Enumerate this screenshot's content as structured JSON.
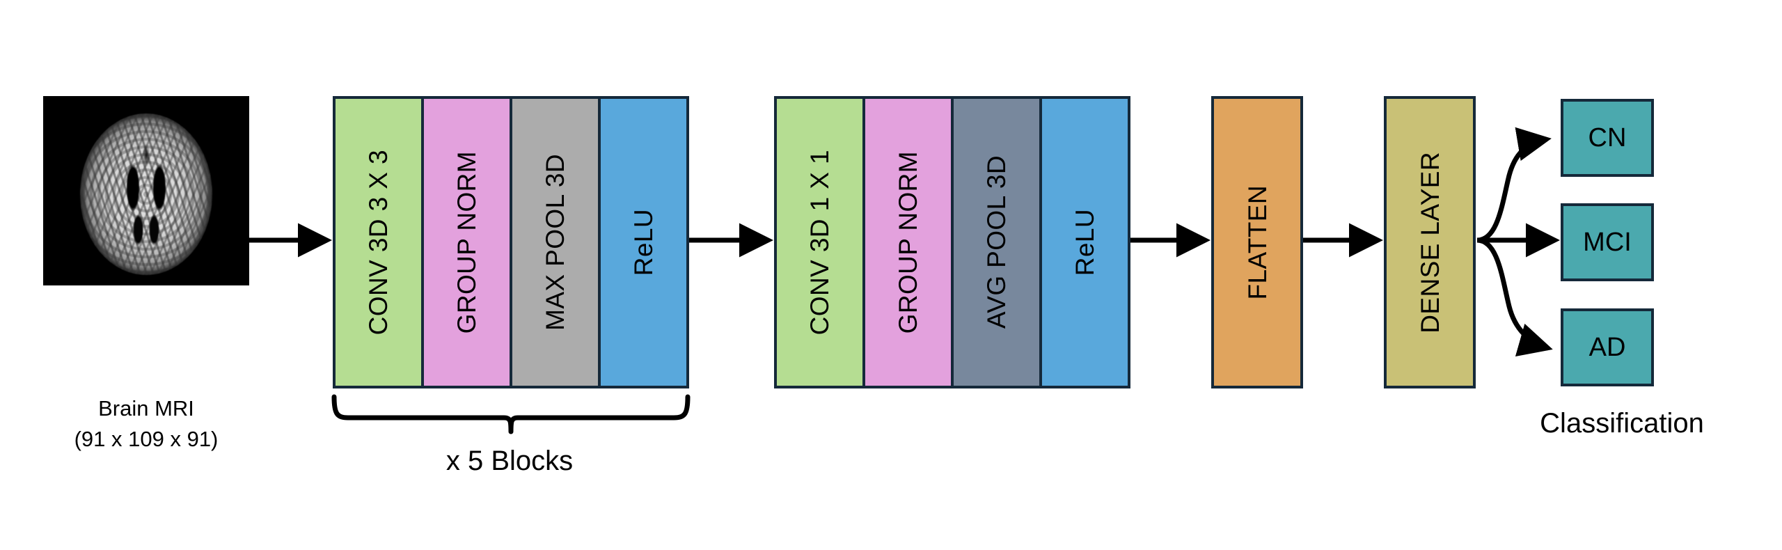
{
  "diagram": {
    "title": "3D CNN architecture for brain MRI classification",
    "background_color": "#ffffff",
    "outline_color": "#15293a"
  },
  "input": {
    "name": "brain-mri-input",
    "caption_line1": "Brain MRI",
    "caption_line2": "(91 x 109 x 91)",
    "panel_color": "#000000"
  },
  "blocks": [
    {
      "id": "block-1",
      "repeat_caption": "x 5 Blocks",
      "layers": [
        {
          "label": "CONV 3D 3 X 3",
          "color": "#b5dd92"
        },
        {
          "label": "GROUP NORM",
          "color": "#e3a1dd"
        },
        {
          "label": "MAX POOL 3D",
          "color": "#acacac"
        },
        {
          "label": "ReLU",
          "color": "#59a8dc"
        }
      ]
    },
    {
      "id": "block-2",
      "repeat_caption": "",
      "layers": [
        {
          "label": "CONV 3D 1 X 1",
          "color": "#b5dd92"
        },
        {
          "label": "GROUP NORM",
          "color": "#e3a1dd"
        },
        {
          "label": "AVG POOL 3D",
          "color": "#78889d"
        },
        {
          "label": "ReLU",
          "color": "#59a8dc"
        }
      ]
    }
  ],
  "solo_layers": [
    {
      "id": "flatten",
      "label": "FLATTEN",
      "color": "#e0a濾"
    },
    {
      "id": "dense-layer",
      "label": "DENSE LAYER",
      "color": "#c9c176"
    }
  ],
  "flatten": {
    "label": "FLATTEN",
    "color": "#e0a45e"
  },
  "dense": {
    "label": "DENSE LAYER",
    "color": "#c9c176"
  },
  "outputs": {
    "caption": "Classification",
    "box_color": "#4ba9ae",
    "classes": [
      {
        "label": "CN"
      },
      {
        "label": "MCI"
      },
      {
        "label": "AD"
      }
    ]
  },
  "connectors": [
    {
      "name": "mri-to-block1",
      "type": "straight-arrow"
    },
    {
      "name": "block1-to-block2",
      "type": "straight-arrow"
    },
    {
      "name": "block2-to-flatten",
      "type": "straight-arrow"
    },
    {
      "name": "flatten-to-dense",
      "type": "straight-arrow"
    },
    {
      "name": "dense-to-cn",
      "type": "curved-arrow"
    },
    {
      "name": "dense-to-mci",
      "type": "straight-arrow"
    },
    {
      "name": "dense-to-ad",
      "type": "curved-arrow"
    }
  ]
}
